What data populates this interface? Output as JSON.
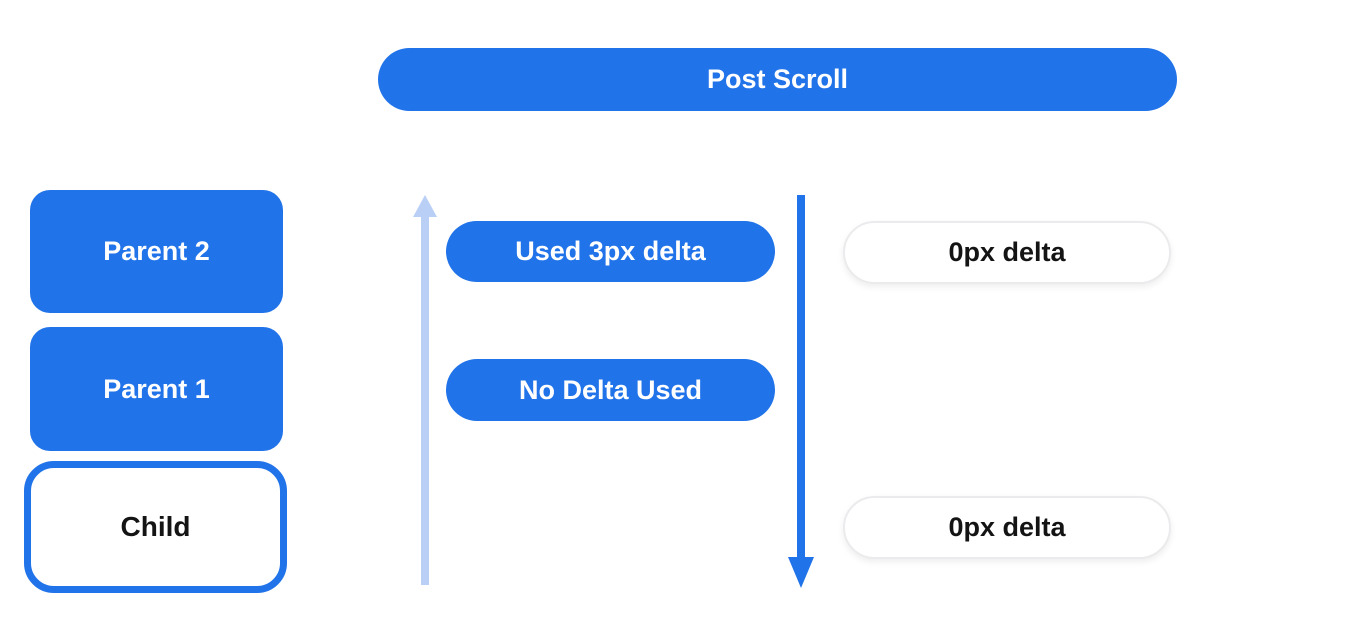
{
  "header": {
    "label": "Post Scroll"
  },
  "widget_stack": {
    "parent2_label": "Parent 2",
    "parent1_label": "Parent 1",
    "child_label": "Child"
  },
  "scroll_results": {
    "used_delta_label": "Used 3px delta",
    "no_delta_label": "No Delta Used",
    "zero_delta_top_label": "0px delta",
    "zero_delta_bottom_label": "0px delta"
  },
  "icons": {
    "up_arrow": "arrow-up",
    "down_arrow": "arrow-down"
  },
  "colors": {
    "primary_blue": "#2173e9",
    "light_blue": "#b9cff6",
    "text_dark": "#141414",
    "white_pill_border": "#ebebed",
    "background": "#ffffff"
  }
}
